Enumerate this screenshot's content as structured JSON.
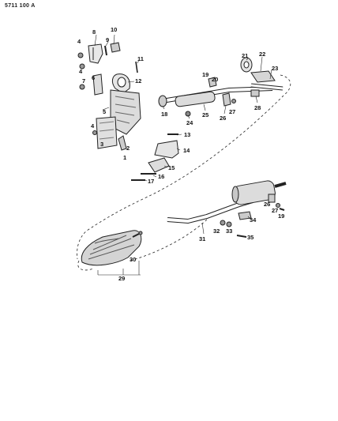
{
  "diagram": {
    "reference_code": "5711 100 A",
    "callouts": [
      "1",
      "2",
      "3",
      "4",
      "4",
      "4",
      "5",
      "6",
      "7",
      "8",
      "9",
      "10",
      "11",
      "12",
      "13",
      "14",
      "15",
      "16",
      "17",
      "18",
      "19",
      "19",
      "20",
      "21",
      "22",
      "23",
      "24",
      "25",
      "26",
      "26",
      "27",
      "27",
      "28",
      "29",
      "30",
      "31",
      "32",
      "33",
      "34",
      "35"
    ]
  }
}
